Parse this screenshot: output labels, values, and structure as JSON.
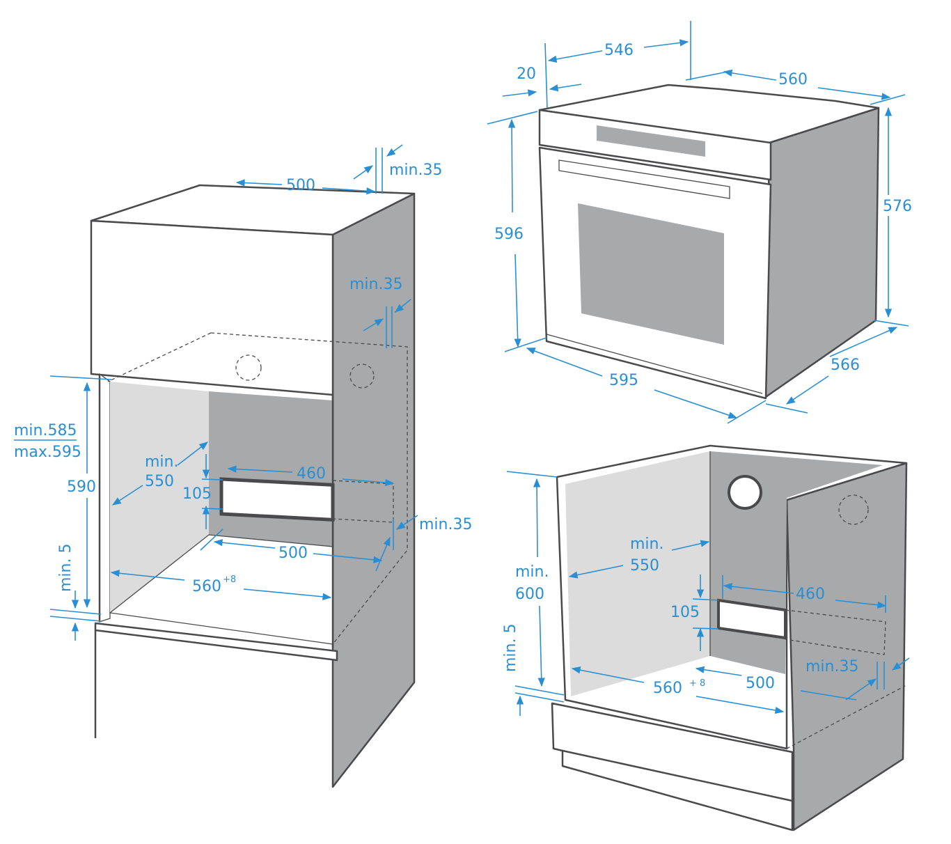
{
  "colors": {
    "dimension": "#2a8fd2",
    "outline": "#4a4a4c",
    "panel_dark": "#a8a9ab",
    "panel_light": "#dcdcdd"
  },
  "tall_cabinet": {
    "top_depth": "500",
    "top_gap": "min.35",
    "side_gap": "min.35",
    "niche_height_min": "min.585",
    "niche_height_max": "max.595",
    "niche_height": "590",
    "bottom_gap": "min. 5",
    "depth_min_a": "min.",
    "depth_min_b": "550",
    "vent_width": "460",
    "vent_height": "105",
    "floor_depth": "500",
    "rear_gap": "min.35",
    "niche_width": "560",
    "niche_width_tol": "+8"
  },
  "oven": {
    "depth": "546",
    "front_offset": "20",
    "width_top": "560",
    "front_height": "596",
    "body_height": "576",
    "front_width": "595",
    "body_depth": "566"
  },
  "under_counter": {
    "depth_min_a": "min.",
    "depth_min_b": "550",
    "height_min_a": "min.",
    "height_min_b": "600",
    "bottom_gap": "min. 5",
    "vent_height": "105",
    "vent_width": "460",
    "rear_gap": "min.35",
    "niche_width": "560",
    "niche_width_tol": "+ 8",
    "floor_depth": "500"
  }
}
